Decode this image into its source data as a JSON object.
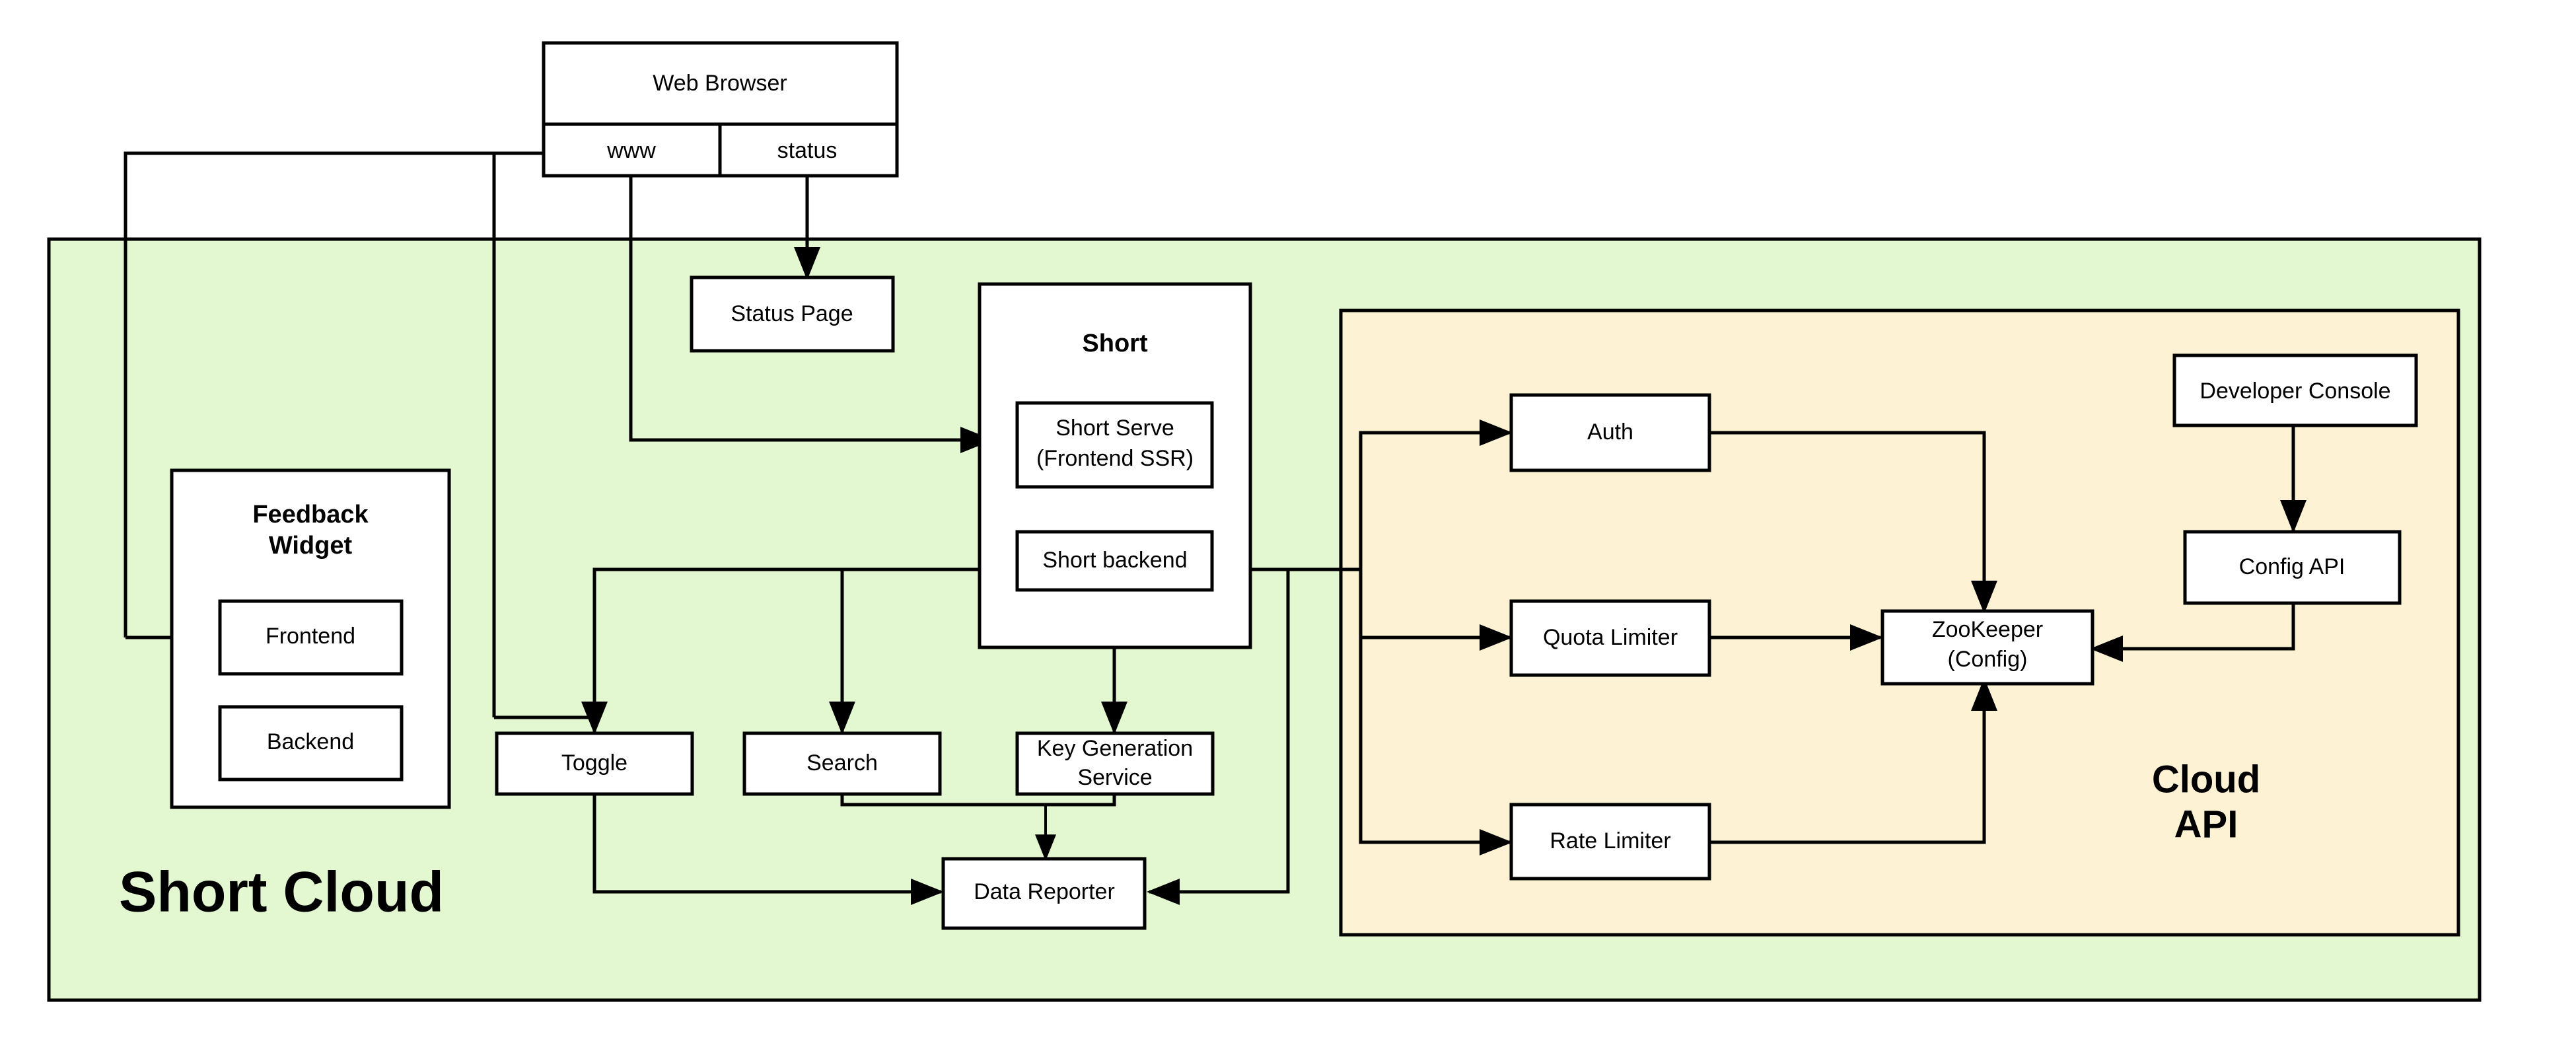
{
  "diagram": {
    "type": "architecture-block-diagram",
    "zones": {
      "short_cloud": {
        "label": "Short Cloud",
        "color": "#e3f8d0"
      },
      "cloud_api": {
        "label_line1": "Cloud",
        "label_line2": "API",
        "color": "#fdf3d4"
      }
    },
    "groups": {
      "web_browser": {
        "title": "Web Browser",
        "tabs": [
          "www",
          "status"
        ]
      },
      "feedback_widget": {
        "title_line1": "Feedback",
        "title_line2": "Widget",
        "children": [
          "Frontend",
          "Backend"
        ]
      },
      "short": {
        "title": "Short",
        "children": [
          "Short Serve\n(Frontend SSR)",
          "Short backend"
        ]
      }
    },
    "nodes": {
      "status_page": "Status Page",
      "frontend": "Frontend",
      "backend": "Backend",
      "short_serve_l1": "Short Serve",
      "short_serve_l2": "(Frontend SSR)",
      "short_backend": "Short backend",
      "toggle": "Toggle",
      "search": "Search",
      "key_gen_l1": "Key Generation",
      "key_gen_l2": "Service",
      "data_reporter": "Data Reporter",
      "auth": "Auth",
      "quota_limiter": "Quota Limiter",
      "rate_limiter": "Rate Limiter",
      "zookeeper_l1": "ZooKeeper",
      "zookeeper_l2": "(Config)",
      "developer_console": "Developer Console",
      "config_api": "Config API"
    },
    "edges": [
      {
        "from": "www",
        "to": "Frontend"
      },
      {
        "from": "www",
        "to": "Toggle"
      },
      {
        "from": "www",
        "to": "Short Serve (Frontend SSR)"
      },
      {
        "from": "status",
        "to": "Status Page"
      },
      {
        "from": "Short Serve (Frontend SSR)",
        "to": "Short backend"
      },
      {
        "from": "Short backend",
        "to": "Toggle"
      },
      {
        "from": "Short backend",
        "to": "Search"
      },
      {
        "from": "Short backend",
        "to": "Key Generation Service"
      },
      {
        "from": "Short backend",
        "to": "Auth"
      },
      {
        "from": "Short backend",
        "to": "Quota Limiter"
      },
      {
        "from": "Short backend",
        "to": "Rate Limiter"
      },
      {
        "from": "Short backend",
        "to": "Data Reporter"
      },
      {
        "from": "Toggle",
        "to": "Data Reporter"
      },
      {
        "from": "Search",
        "to": "Data Reporter"
      },
      {
        "from": "Key Generation Service",
        "to": "Data Reporter"
      },
      {
        "from": "Auth",
        "to": "ZooKeeper (Config)"
      },
      {
        "from": "Quota Limiter",
        "to": "ZooKeeper (Config)"
      },
      {
        "from": "Rate Limiter",
        "to": "ZooKeeper (Config)"
      },
      {
        "from": "Developer Console",
        "to": "Config API"
      },
      {
        "from": "Config API",
        "to": "ZooKeeper (Config)"
      }
    ]
  }
}
